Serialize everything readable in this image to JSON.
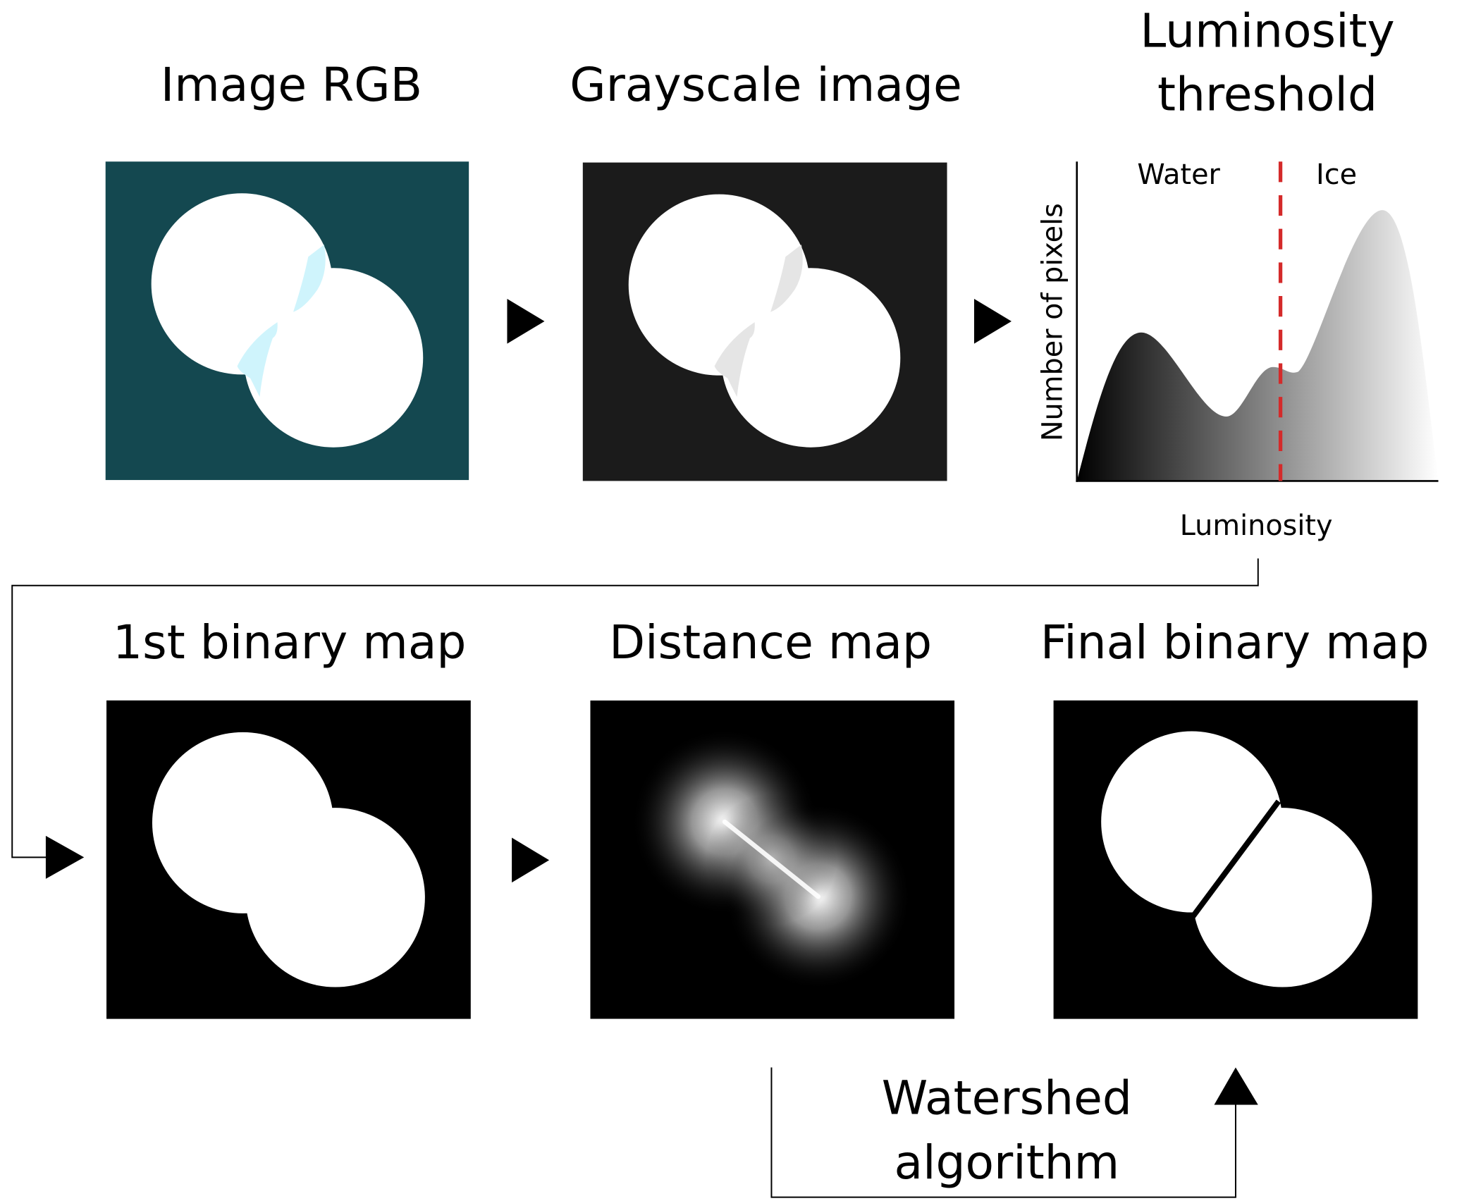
{
  "steps": {
    "rgb": {
      "title": "Image RGB"
    },
    "grayscale": {
      "title": "Grayscale image"
    },
    "threshold": {
      "title_line1": "Luminosity",
      "title_line2": "threshold",
      "ylabel": "Number of pixels",
      "xlabel": "Luminosity",
      "water_label": "Water",
      "ice_label": "Ice"
    },
    "binary1": {
      "title": "1st binary map"
    },
    "distance": {
      "title": "Distance map"
    },
    "final": {
      "title": "Final binary map"
    },
    "watershed": {
      "line1": "Watershed",
      "line2": "algorithm"
    }
  },
  "colors": {
    "rgb_background": "#144850",
    "rgb_highlight": "#cff4fc",
    "gray_background": "#1b1b1b",
    "gray_highlight": "#e5e5e5",
    "threshold_line": "#d42a2a"
  }
}
